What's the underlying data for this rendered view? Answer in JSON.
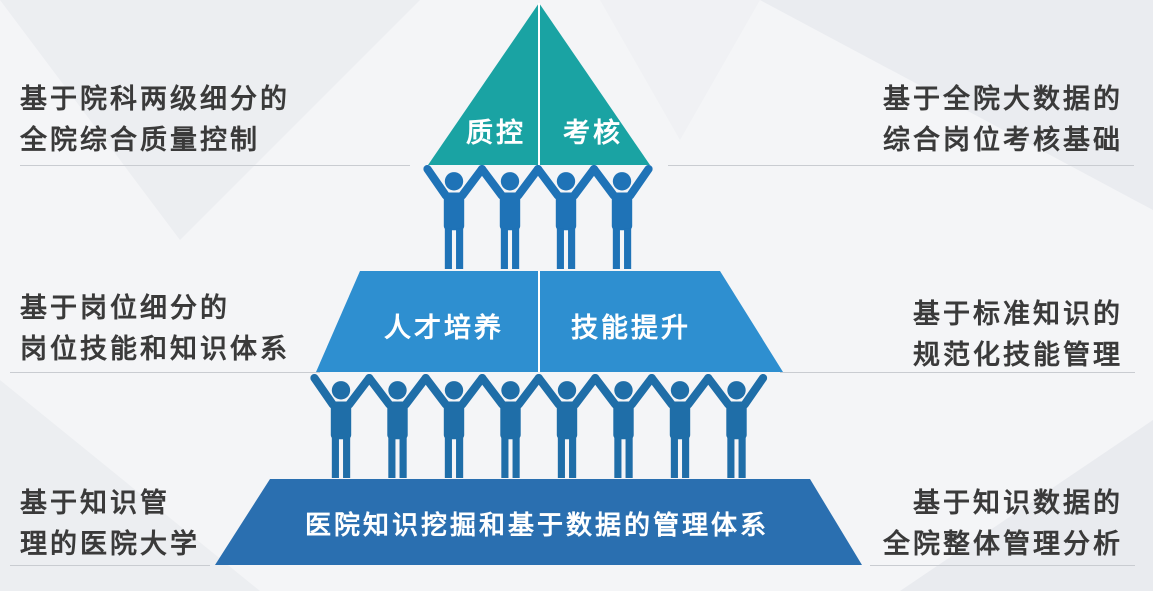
{
  "pyramid": {
    "top": {
      "left_label": "质控",
      "right_label": "考核",
      "color": "#1aa3a3"
    },
    "middle": {
      "left_label": "人才培养",
      "right_label": "技能提升",
      "color": "#2e8fd0"
    },
    "bottom": {
      "label": "医院知识挖掘和基于数据的管理体系",
      "color": "#2a6fb0"
    },
    "people_color_top": "#1f73b7",
    "people_color_bottom": "#1f6ea8",
    "upper_row_count": 4,
    "lower_row_count": 8
  },
  "left_notes": [
    {
      "line1": "基于院科两级细分的",
      "line2": "全院综合质量控制"
    },
    {
      "line1": "基于岗位细分的",
      "line2": "岗位技能和知识体系"
    },
    {
      "line1": "基于知识管",
      "line2": "理的医院大学"
    }
  ],
  "right_notes": [
    {
      "line1": "基于全院大数据的",
      "line2": "综合岗位考核基础"
    },
    {
      "line1": "基于标准知识的",
      "line2": "规范化技能管理"
    },
    {
      "line1": "基于知识数据的",
      "line2": "全院整体管理分析"
    }
  ]
}
